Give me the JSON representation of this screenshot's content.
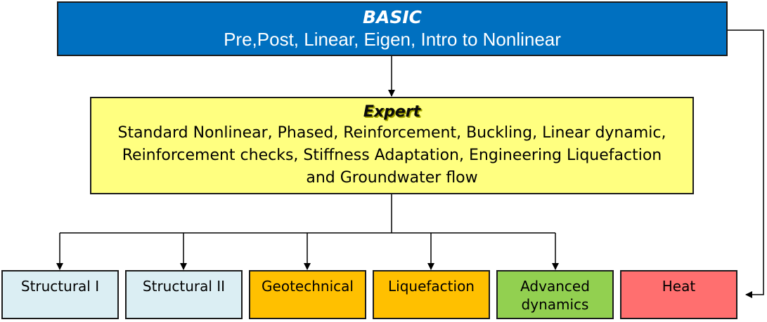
{
  "basic": {
    "title": "BASIC",
    "subtitle": "Pre,Post, Linear, Eigen, Intro to Nonlinear"
  },
  "expert": {
    "title": "Expert",
    "lines": [
      "Standard Nonlinear, Phased, Reinforcement, Buckling, Linear dynamic,",
      "Reinforcement checks, Stiffness Adaptation, Engineering Liquefaction",
      "and Groundwater flow"
    ]
  },
  "modules": [
    {
      "label": "Structural I",
      "color": "#dbeef3"
    },
    {
      "label": "Structural II",
      "color": "#dbeef3"
    },
    {
      "label": "Geotechnical",
      "color": "#ffc000"
    },
    {
      "label": "Liquefaction",
      "color": "#ffc000"
    },
    {
      "label": "Advanced\ndynamics",
      "color": "#92d050"
    },
    {
      "label": "Heat",
      "color": "#ff6f6f"
    }
  ],
  "colors": {
    "basic_fill": "#0070c0",
    "expert_fill": "#ffff80",
    "connector": "#000000"
  }
}
